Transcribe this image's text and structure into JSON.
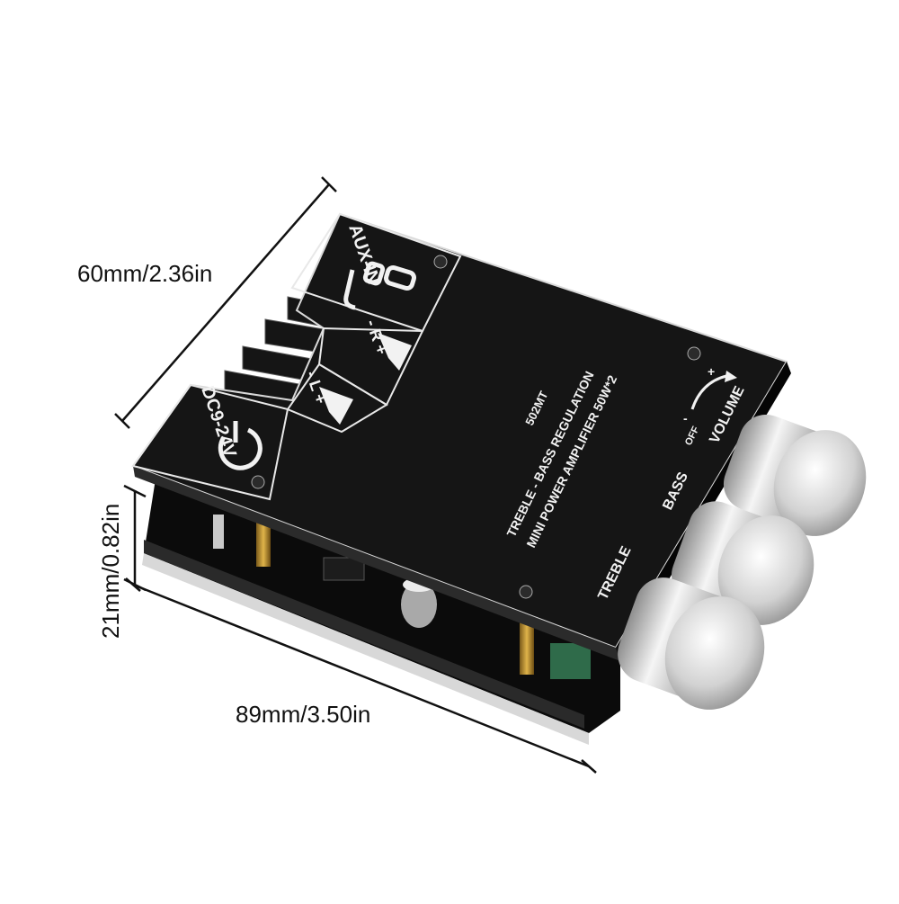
{
  "dimensions": {
    "width_label": "60mm/2.36in",
    "height_label": "21mm/0.82in",
    "length_label": "89mm/3.50in"
  },
  "board": {
    "aux_label": "AUX-IN",
    "right_channel": "- R +",
    "left_channel": "- L +",
    "power_label": "DC9-24V",
    "model": "502MT",
    "line1": "TREBLE - BASS REGULATION",
    "line2": "MINI POWER AMPLIFIER 50W*2",
    "volume_label": "VOLUME",
    "volume_off": "OFF",
    "volume_plus": "+",
    "volume_minus": "-",
    "bass_label": "BASS",
    "treble_label": "TREBLE"
  },
  "colors": {
    "panel": "#151515",
    "pcb": "#0b0b0b",
    "knob": "#c9c9c9",
    "silkscreen": "#f2f2f2"
  }
}
